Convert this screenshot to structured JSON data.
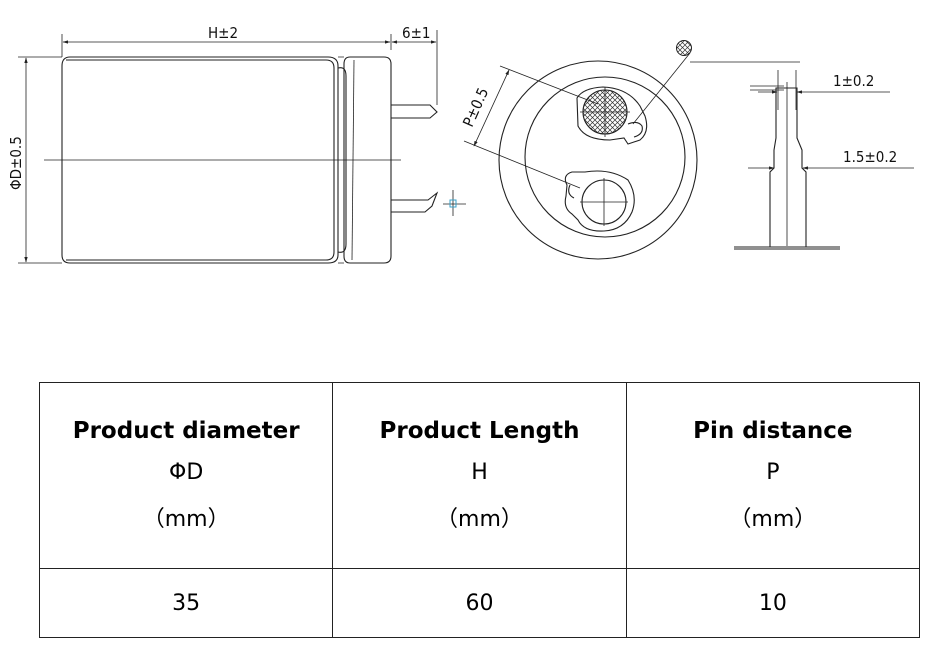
{
  "drawing": {
    "dims": {
      "length": "H±2",
      "pin_length": "6±1",
      "diameter": "ΦD±0.5",
      "pitch": "P±0.5",
      "pin_thickness": "1±0.2",
      "pin_width": "1.5±0.2"
    }
  },
  "table": {
    "columns": [
      {
        "title": "Product diameter",
        "symbol": "ΦD",
        "unit": "（mm）",
        "value": "35"
      },
      {
        "title": "Product Length",
        "symbol": "H",
        "unit": "（mm）",
        "value": "60"
      },
      {
        "title": "Pin distance",
        "symbol": "P",
        "unit": "（mm）",
        "value": "10"
      }
    ]
  }
}
